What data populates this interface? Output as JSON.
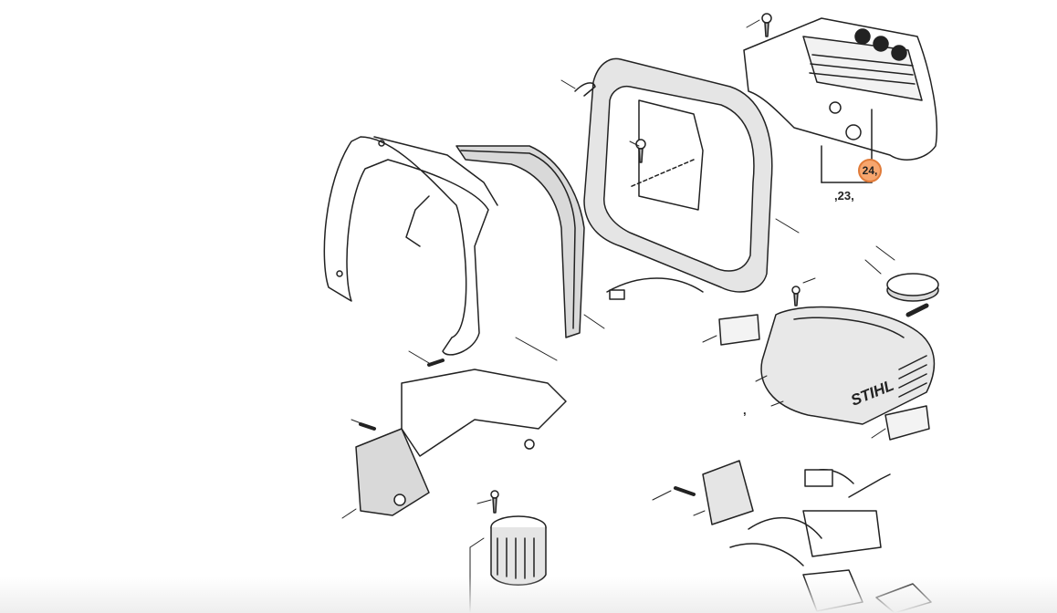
{
  "diagram": {
    "callouts": [
      {
        "id": "24",
        "text": "24,",
        "highlight": "#f7a66e"
      }
    ],
    "labels": [
      {
        "id": "23",
        "text": ",23,"
      },
      {
        "id": "comma-misc",
        "text": ","
      }
    ],
    "brand_text": "STIHL",
    "colors": {
      "outline": "#222222",
      "fill": "#ffffff",
      "shade": "#d9d9d9",
      "callout": "#f7a66e"
    }
  }
}
